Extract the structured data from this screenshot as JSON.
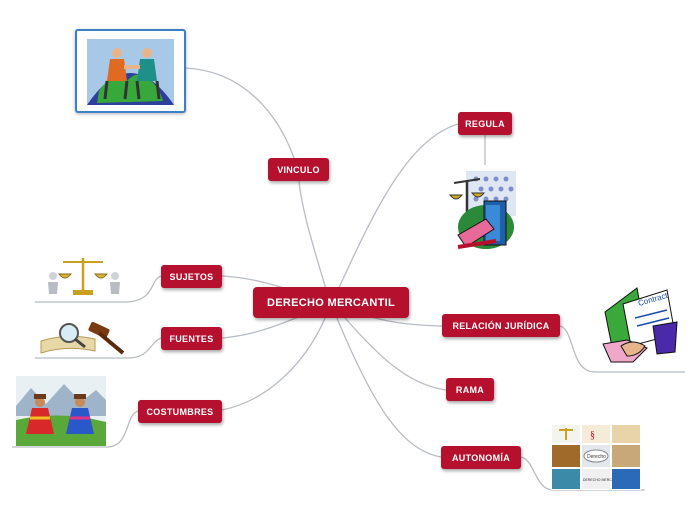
{
  "central": {
    "label": "DERECHO MERCANTIL"
  },
  "branches": [
    {
      "id": "vinculo",
      "label": "VINCULO",
      "image": "handshake-globe-clipart"
    },
    {
      "id": "regula",
      "label": "REGULA",
      "image": "justice-scales-clipart"
    },
    {
      "id": "sujetos",
      "label": "SUJETOS",
      "image": "scales-figures-clipart"
    },
    {
      "id": "fuentes",
      "label": "FUENTES",
      "image": "gavel-magnifier-clipart"
    },
    {
      "id": "costumbres",
      "label": "COSTUMBRES",
      "image": "people-dancing-clipart"
    },
    {
      "id": "relacion",
      "label": "RELACIÓN JURÍDICA",
      "image": "contract-handshake-clipart"
    },
    {
      "id": "rama",
      "label": "RAMA"
    },
    {
      "id": "autonomia",
      "label": "AUTONOMÍA",
      "image": "derecho-collage"
    }
  ],
  "image_text": {
    "contract_label": "Contract",
    "collage_label": "Derecho",
    "collage_caption": "DERECHO MERCANTIL"
  },
  "colors": {
    "node": "#b5102d",
    "connector": "#b8bcc4",
    "frame": "#3d80c8"
  }
}
